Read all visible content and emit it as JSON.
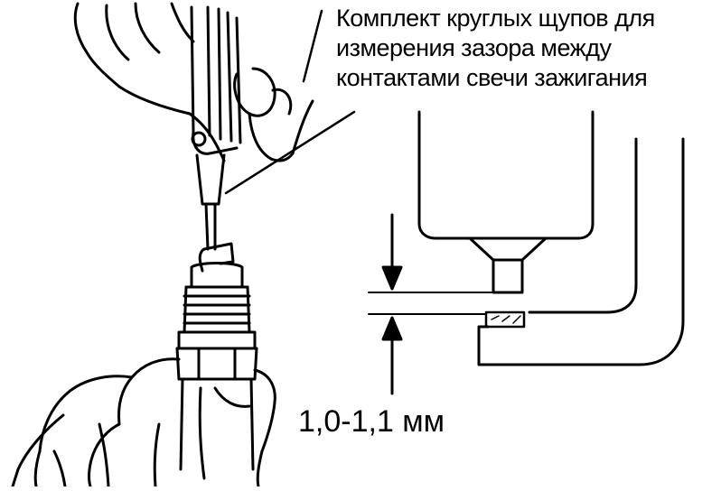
{
  "callout": {
    "lines": [
      "Комплект круглых щупов для",
      "измерения зазора между",
      "контактами свечи зажигания"
    ]
  },
  "dimension": {
    "label": "1,0-1,1 мм"
  },
  "colors": {
    "ink": "#000000",
    "paper": "#ffffff"
  }
}
